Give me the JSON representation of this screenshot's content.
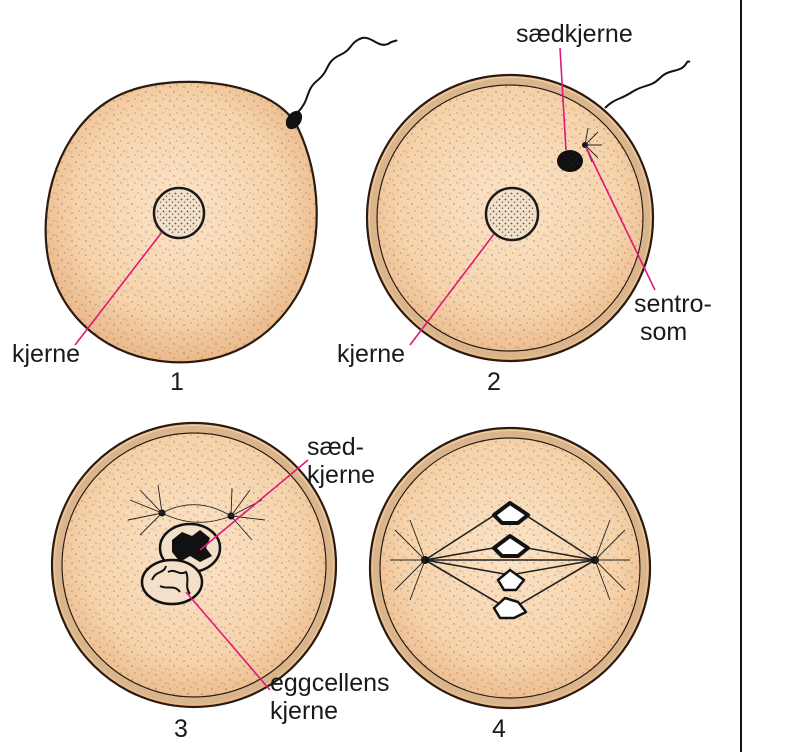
{
  "panels": [
    {
      "number": "1",
      "labels": {
        "nucleus": "kjerne"
      }
    },
    {
      "number": "2",
      "labels": {
        "nucleus": "kjerne",
        "sperm_nucleus": "sædkjerne",
        "centrosome_line1": "sentro-",
        "centrosome_line2": "som"
      }
    },
    {
      "number": "3",
      "labels": {
        "sperm_nucleus_line1": "sæd-",
        "sperm_nucleus_line2": "kjerne",
        "egg_nucleus_line1": "eggcellens",
        "egg_nucleus_line2": "kjerne"
      }
    },
    {
      "number": "4",
      "labels": {}
    }
  ],
  "colors": {
    "cytoplasm": "#f6d5b0",
    "leader_line": "#e0187a",
    "outline": "#2a1a10"
  }
}
